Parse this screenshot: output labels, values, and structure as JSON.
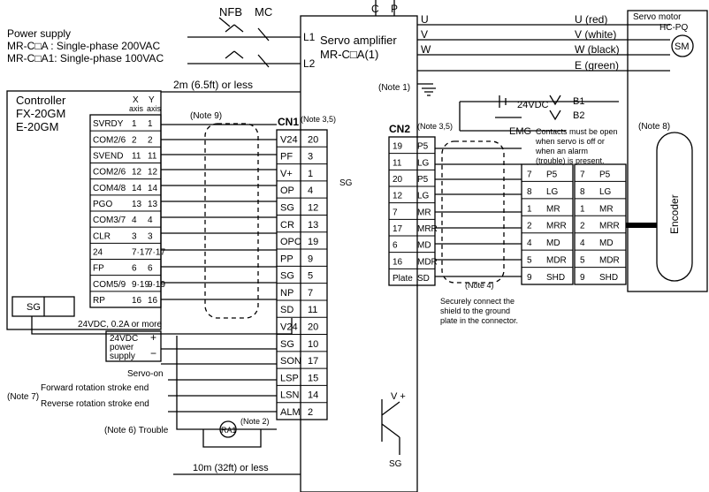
{
  "top": {
    "nfb": "NFB",
    "mc": "MC",
    "c": "C",
    "p": "P"
  },
  "power": {
    "title": "Power supply",
    "line1": "MR-C□A : Single-phase 200VAC",
    "line2": "MR-C□A1: Single-phase 100VAC",
    "l1": "L1",
    "l2": "L2"
  },
  "amp": {
    "title1": "Servo amplifier",
    "title2": "MR-C□A(1)"
  },
  "motor_out": {
    "u": "U",
    "v": "V",
    "w": "W",
    "u_wire": "U (red)",
    "v_wire": "V (white)",
    "w_wire": "W (black)",
    "e_wire": "E (green)"
  },
  "motor": {
    "title": "Servo motor",
    "model": "HC-PQ",
    "sm": "SM",
    "encoder": "Encoder"
  },
  "notes": {
    "n1": "(Note 1)",
    "n8": "(Note 8)",
    "n9": "(Note 9)",
    "n35a": "(Note 3,5)",
    "n35b": "(Note 3,5)",
    "n4": "(Note 4)",
    "n7": "(Note 7)",
    "n6": "(Note 6) Trouble",
    "n2": "(Note 2)"
  },
  "brake": {
    "v24": "24VDC",
    "emg": "EMG",
    "b1": "B1",
    "b2": "B2",
    "c1": "Contacts must be open",
    "c2": "when servo is off or",
    "c3": "when an alarm",
    "c4": "(trouble) is present."
  },
  "dist1": "2m (6.5ft) or less",
  "dist2": "10m (32ft) or less",
  "controller": {
    "title": "Controller",
    "m1": "FX-20GM",
    "m2": "E-20GM",
    "xaxis": "X",
    "yaxis": "Y",
    "xlab": "axis",
    "ylab": "axis",
    "rows": [
      {
        "sig": "SVRDY",
        "x": "1",
        "y": "1"
      },
      {
        "sig": "COM2/6",
        "x": "2",
        "y": "2"
      },
      {
        "sig": "SVEND",
        "x": "11",
        "y": "11"
      },
      {
        "sig": "COM2/6",
        "x": "12",
        "y": "12"
      },
      {
        "sig": "COM4/8",
        "x": "14",
        "y": "14"
      },
      {
        "sig": "PGO",
        "x": "13",
        "y": "13"
      },
      {
        "sig": "COM3/7",
        "x": "4",
        "y": "4"
      },
      {
        "sig": "CLR",
        "x": "3",
        "y": "3"
      },
      {
        "sig": "24",
        "x": "7·17",
        "y": "7·17"
      },
      {
        "sig": "FP",
        "x": "6",
        "y": "6"
      },
      {
        "sig": "COM5/9",
        "x": "9·19",
        "y": "9·19"
      },
      {
        "sig": "RP",
        "x": "16",
        "y": "16"
      }
    ],
    "sg": "SG"
  },
  "cn1": {
    "label": "CN1",
    "rows": [
      {
        "sig": "V24",
        "pin": "20"
      },
      {
        "sig": "PF",
        "pin": "3"
      },
      {
        "sig": "V+",
        "pin": "1"
      },
      {
        "sig": "OP",
        "pin": "4"
      },
      {
        "sig": "SG",
        "pin": "12"
      },
      {
        "sig": "CR",
        "pin": "13"
      },
      {
        "sig": "OPC",
        "pin": "19"
      },
      {
        "sig": "PP",
        "pin": "9"
      },
      {
        "sig": "SG",
        "pin": "5"
      },
      {
        "sig": "NP",
        "pin": "7"
      },
      {
        "sig": "SD",
        "pin": "11"
      },
      {
        "sig": "V24",
        "pin": "20"
      },
      {
        "sig": "SG",
        "pin": "10"
      },
      {
        "sig": "SON",
        "pin": "17"
      },
      {
        "sig": "LSP",
        "pin": "15"
      },
      {
        "sig": "LSN",
        "pin": "14"
      },
      {
        "sig": "ALM",
        "pin": "2"
      }
    ]
  },
  "cn2": {
    "label": "CN2",
    "rows": [
      {
        "pin": "19",
        "sig": "P5"
      },
      {
        "pin": "11",
        "sig": "LG"
      },
      {
        "pin": "20",
        "sig": "P5"
      },
      {
        "pin": "12",
        "sig": "LG"
      },
      {
        "pin": "7",
        "sig": "MR"
      },
      {
        "pin": "17",
        "sig": "MRR"
      },
      {
        "pin": "6",
        "sig": "MD"
      },
      {
        "pin": "16",
        "sig": "MDR"
      },
      {
        "pin": "Plate",
        "sig": "SD"
      }
    ]
  },
  "enc": {
    "rows": [
      {
        "a": "7",
        "b": "P5",
        "c": "7",
        "d": "P5"
      },
      {
        "a": "8",
        "b": "LG",
        "c": "8",
        "d": "LG"
      },
      {
        "a": "1",
        "b": "MR",
        "c": "1",
        "d": "MR"
      },
      {
        "a": "2",
        "b": "MRR",
        "c": "2",
        "d": "MRR"
      },
      {
        "a": "4",
        "b": "MD",
        "c": "4",
        "d": "MD"
      },
      {
        "a": "5",
        "b": "MDR",
        "c": "5",
        "d": "MDR"
      },
      {
        "a": "9",
        "b": "SHD",
        "c": "9",
        "d": "SHD"
      }
    ]
  },
  "shield": {
    "l1": "Securely connect the",
    "l2": "shield to the ground",
    "l3": "plate in the connector."
  },
  "psu": {
    "cap": "24VDC, 0.2A or more",
    "l1": "24VDC",
    "l2": "power",
    "l3": "supply",
    "plus": "+",
    "minus": "−"
  },
  "inputs": {
    "son": "Servo-on",
    "fwd": "Forward rotation stroke end",
    "rev": "Reverse rotation stroke end",
    "ra1": "RA1"
  },
  "outputs": {
    "vplus": "V +",
    "sg_a": "SG",
    "sg_b": "SG"
  }
}
